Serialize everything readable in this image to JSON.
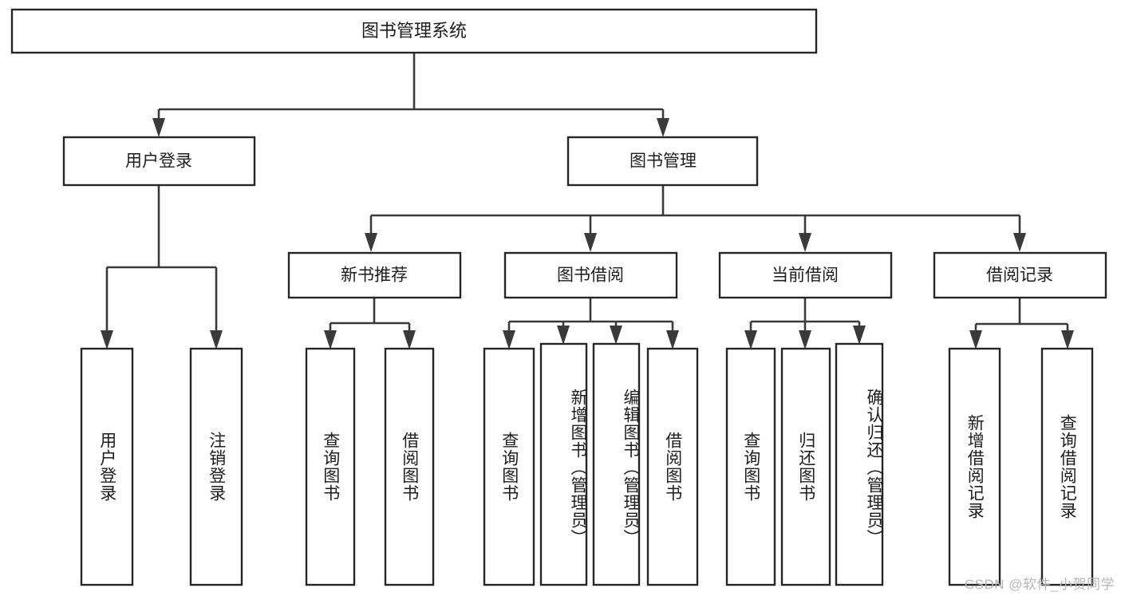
{
  "diagram": {
    "type": "hierarchy-tree",
    "title_node": {
      "label": "图书管理系统"
    },
    "level2": [
      {
        "id": "user-login",
        "label": "用户登录"
      },
      {
        "id": "book-management",
        "label": "图书管理"
      }
    ],
    "level3": [
      {
        "id": "new-book-recommend",
        "label": "新书推荐",
        "parent": "book-management"
      },
      {
        "id": "book-borrow",
        "label": "图书借阅",
        "parent": "book-management"
      },
      {
        "id": "current-borrow",
        "label": "当前借阅",
        "parent": "book-management"
      },
      {
        "id": "borrow-record",
        "label": "借阅记录",
        "parent": "book-management"
      }
    ],
    "leaves": [
      {
        "id": "leaf-user-login",
        "label": "用户登录",
        "parent": "user-login",
        "align": "mid"
      },
      {
        "id": "leaf-user-logout",
        "label": "注销登录",
        "parent": "user-login",
        "align": "mid"
      },
      {
        "id": "leaf-query-book-1",
        "label": "查询图书",
        "parent": "new-book-recommend",
        "align": "mid"
      },
      {
        "id": "leaf-borrow-book-1",
        "label": "借阅图书",
        "parent": "new-book-recommend",
        "align": "mid"
      },
      {
        "id": "leaf-query-book-2",
        "label": "查询图书",
        "parent": "book-borrow",
        "align": "mid"
      },
      {
        "id": "leaf-add-book",
        "label": "新增图书（管理员）",
        "parent": "book-borrow",
        "align": "top"
      },
      {
        "id": "leaf-edit-book",
        "label": "编辑图书（管理员）",
        "parent": "book-borrow",
        "align": "top"
      },
      {
        "id": "leaf-borrow-book-2",
        "label": "借阅图书",
        "parent": "book-borrow",
        "align": "mid"
      },
      {
        "id": "leaf-query-book-3",
        "label": "查询图书",
        "parent": "current-borrow",
        "align": "mid"
      },
      {
        "id": "leaf-return-book",
        "label": "归还图书",
        "parent": "current-borrow",
        "align": "mid"
      },
      {
        "id": "leaf-confirm-return",
        "label": "确认归还（管理员）",
        "parent": "current-borrow",
        "align": "top"
      },
      {
        "id": "leaf-add-record",
        "label": "新增借阅记录",
        "parent": "borrow-record",
        "align": "mid"
      },
      {
        "id": "leaf-query-record",
        "label": "查询借阅记录",
        "parent": "borrow-record",
        "align": "mid"
      }
    ],
    "colors": {
      "background": "#ffffff",
      "box_fill": "#ffffff",
      "box_stroke": "#262626",
      "connector": "#3a3a3a",
      "text": "#1d1d1d",
      "watermark": "#b6b6b6"
    }
  },
  "watermark": {
    "text": "CSDN @软件_小贺同学"
  }
}
